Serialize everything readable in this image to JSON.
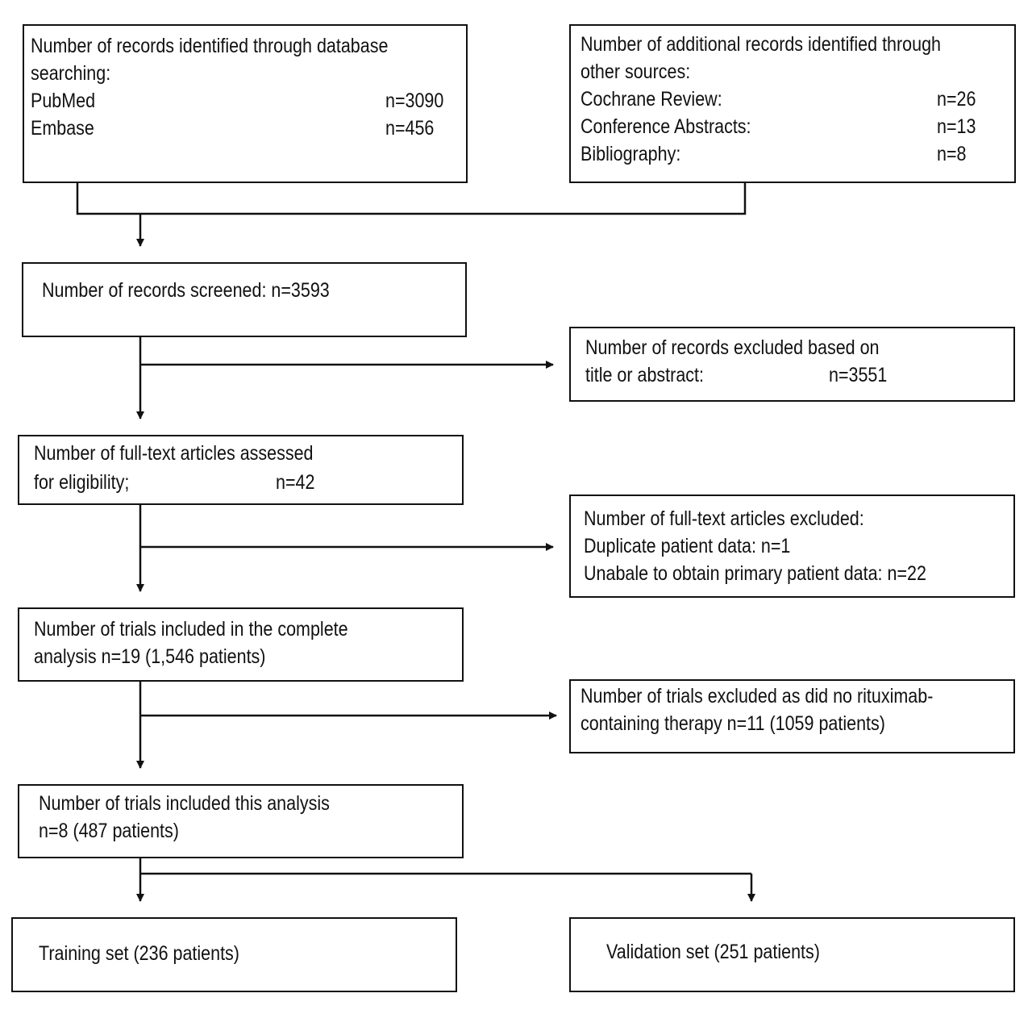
{
  "db_search": {
    "title_line1": "Number of records identified through database",
    "title_line2": "searching:",
    "rows": [
      {
        "label": "PubMed",
        "value": "n=3090"
      },
      {
        "label": "Embase",
        "value": "n=456"
      }
    ]
  },
  "other_sources": {
    "title_line1": "Number of additional records identified through",
    "title_line2": "other sources:",
    "rows": [
      {
        "label": "Cochrane Review:",
        "value": "n=26"
      },
      {
        "label": "Conference Abstracts:",
        "value": "n=13"
      },
      {
        "label": "Bibliography:",
        "value": "n=8"
      }
    ]
  },
  "screened": {
    "label": "Number of records screened:  n=3593"
  },
  "excluded_title": {
    "line1": "Number of records excluded based on",
    "line2_label": "title or abstract:",
    "line2_value": "n=3551"
  },
  "fulltext": {
    "line1": "Number of full-text articles assessed",
    "line2_label": "for eligibility;",
    "line2_value": "n=42"
  },
  "fulltext_excluded": {
    "line1": "Number of full-text articles excluded:",
    "line2": "Duplicate patient data: n=1",
    "line3": "Unabale to obtain primary patient data: n=22"
  },
  "complete_analysis": {
    "line1": "Number of trials included in the complete",
    "line2": "analysis n=19 (1,546 patients)"
  },
  "trials_excluded": {
    "line1": "Number of trials excluded as did no rituximab-",
    "line2": "containing therapy n=11 (1059 patients)"
  },
  "this_analysis": {
    "line1": "Number of trials included this analysis",
    "line2": "n=8 (487 patients)"
  },
  "training": {
    "label": "Training set (236 patients)"
  },
  "validation": {
    "label": "Validation set (251 patients)"
  }
}
